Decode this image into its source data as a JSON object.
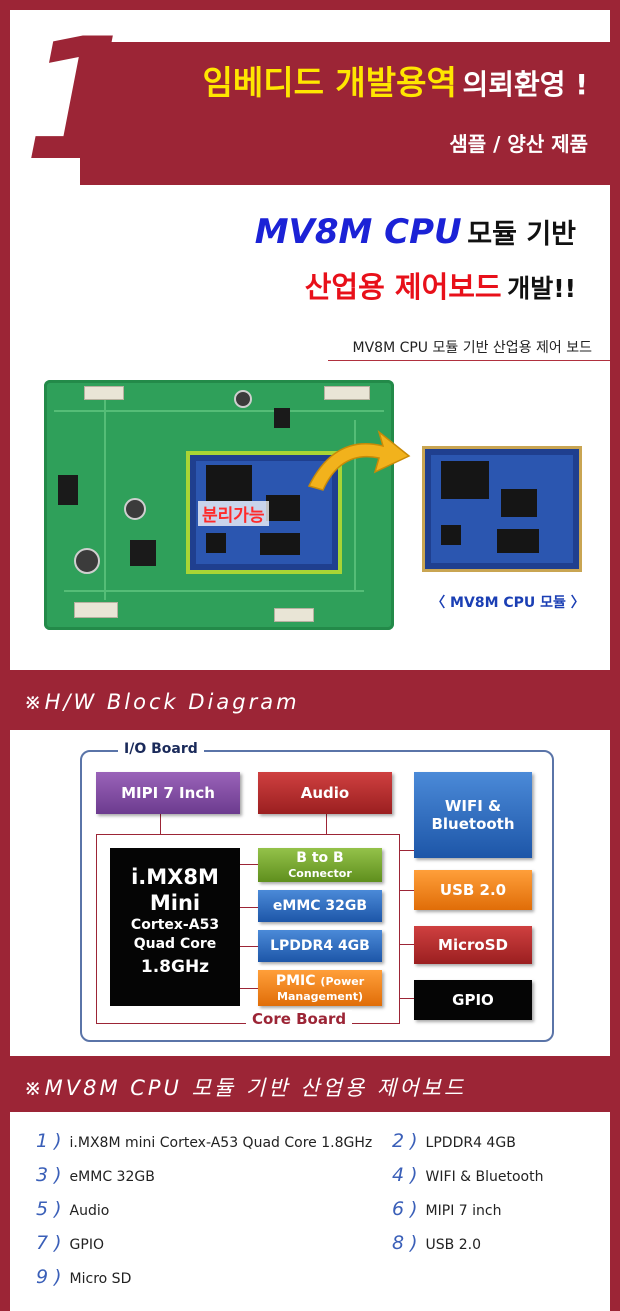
{
  "hero": {
    "number": "1",
    "title_yellow": "임베디드 개발용역",
    "title_white": "의뢰환영 !",
    "subtitle": "샘플 / 양산 제품"
  },
  "headline": {
    "line1_blue": "MV8M CPU",
    "line1_black": "모듈 기반",
    "line2_red": "산업용 제어보드",
    "line2_black": "개발!!"
  },
  "board_caption": "MV8M CPU 모듈 기반 산업용 제어 보드",
  "separable_label": "분리가능",
  "module_label": "〈 MV8M CPU 모듈 〉",
  "colors": {
    "brand": "#9c2536",
    "accent_blue": "#1b22d6",
    "accent_red": "#e8101a",
    "highlight_yellow": "#ffe600"
  },
  "section_hw": "※H/W Block Diagram",
  "diagram": {
    "io_board": "I/O Board",
    "core_board": "Core Board",
    "mipi": "MIPI 7 Inch",
    "audio": "Audio",
    "wifi": "WIFI & Bluetooth",
    "usb": "USB 2.0",
    "microsd": "MicroSD",
    "gpio": "GPIO",
    "b2b_main": "B to B",
    "b2b_sub": "Connector",
    "emmc": "eMMC  32GB",
    "lpddr": "LPDDR4 4GB",
    "pmic_main": "PMIC",
    "pmic_sub1": "(Power",
    "pmic_sub2": "Management)",
    "cpu": {
      "line1": "i.MX8M",
      "line2": "Mini",
      "line3": "Cortex-A53",
      "line4": "Quad Core",
      "line5": "1.8GHz"
    }
  },
  "section_spec": "※MV8M CPU 모듈 기반 산업용 제어보드",
  "specs": [
    {
      "num": "1 )",
      "text": "i.MX8M mini Cortex-A53 Quad Core 1.8GHz"
    },
    {
      "num": "2 )",
      "text": "LPDDR4 4GB"
    },
    {
      "num": "3 )",
      "text": "eMMC 32GB"
    },
    {
      "num": "4 )",
      "text": "WIFI & Bluetooth"
    },
    {
      "num": "5 )",
      "text": "Audio"
    },
    {
      "num": "6 )",
      "text": "MIPI 7 inch"
    },
    {
      "num": "7 )",
      "text": "GPIO"
    },
    {
      "num": "8 )",
      "text": "USB 2.0"
    },
    {
      "num": "9 )",
      "text": "Micro SD"
    }
  ]
}
